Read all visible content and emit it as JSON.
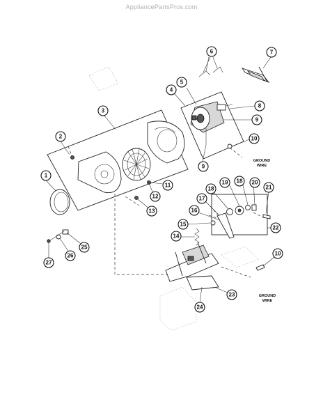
{
  "watermark": "AppliancePartsPros.com",
  "notes": {
    "ground_wire_upper": [
      "GROUND",
      "WIRE"
    ],
    "ground_wire_lower": [
      "GROUND",
      "WIRE"
    ]
  },
  "callouts": {
    "c1": "1",
    "c2": "2",
    "c3": "3",
    "c4": "4",
    "c5": "5",
    "c6": "6",
    "c7": "7",
    "c8": "8",
    "c9a": "9",
    "c9b": "9",
    "c10a": "10",
    "c10b": "10",
    "c11": "11",
    "c12": "12",
    "c13": "13",
    "c14": "14",
    "c15": "15",
    "c16": "16",
    "c17": "17",
    "c18a": "18",
    "c18b": "18",
    "c19": "19",
    "c20": "20",
    "c21": "21",
    "c22": "22",
    "c23": "23",
    "c24": "24",
    "c25": "25",
    "c26": "26",
    "c27": "27"
  }
}
